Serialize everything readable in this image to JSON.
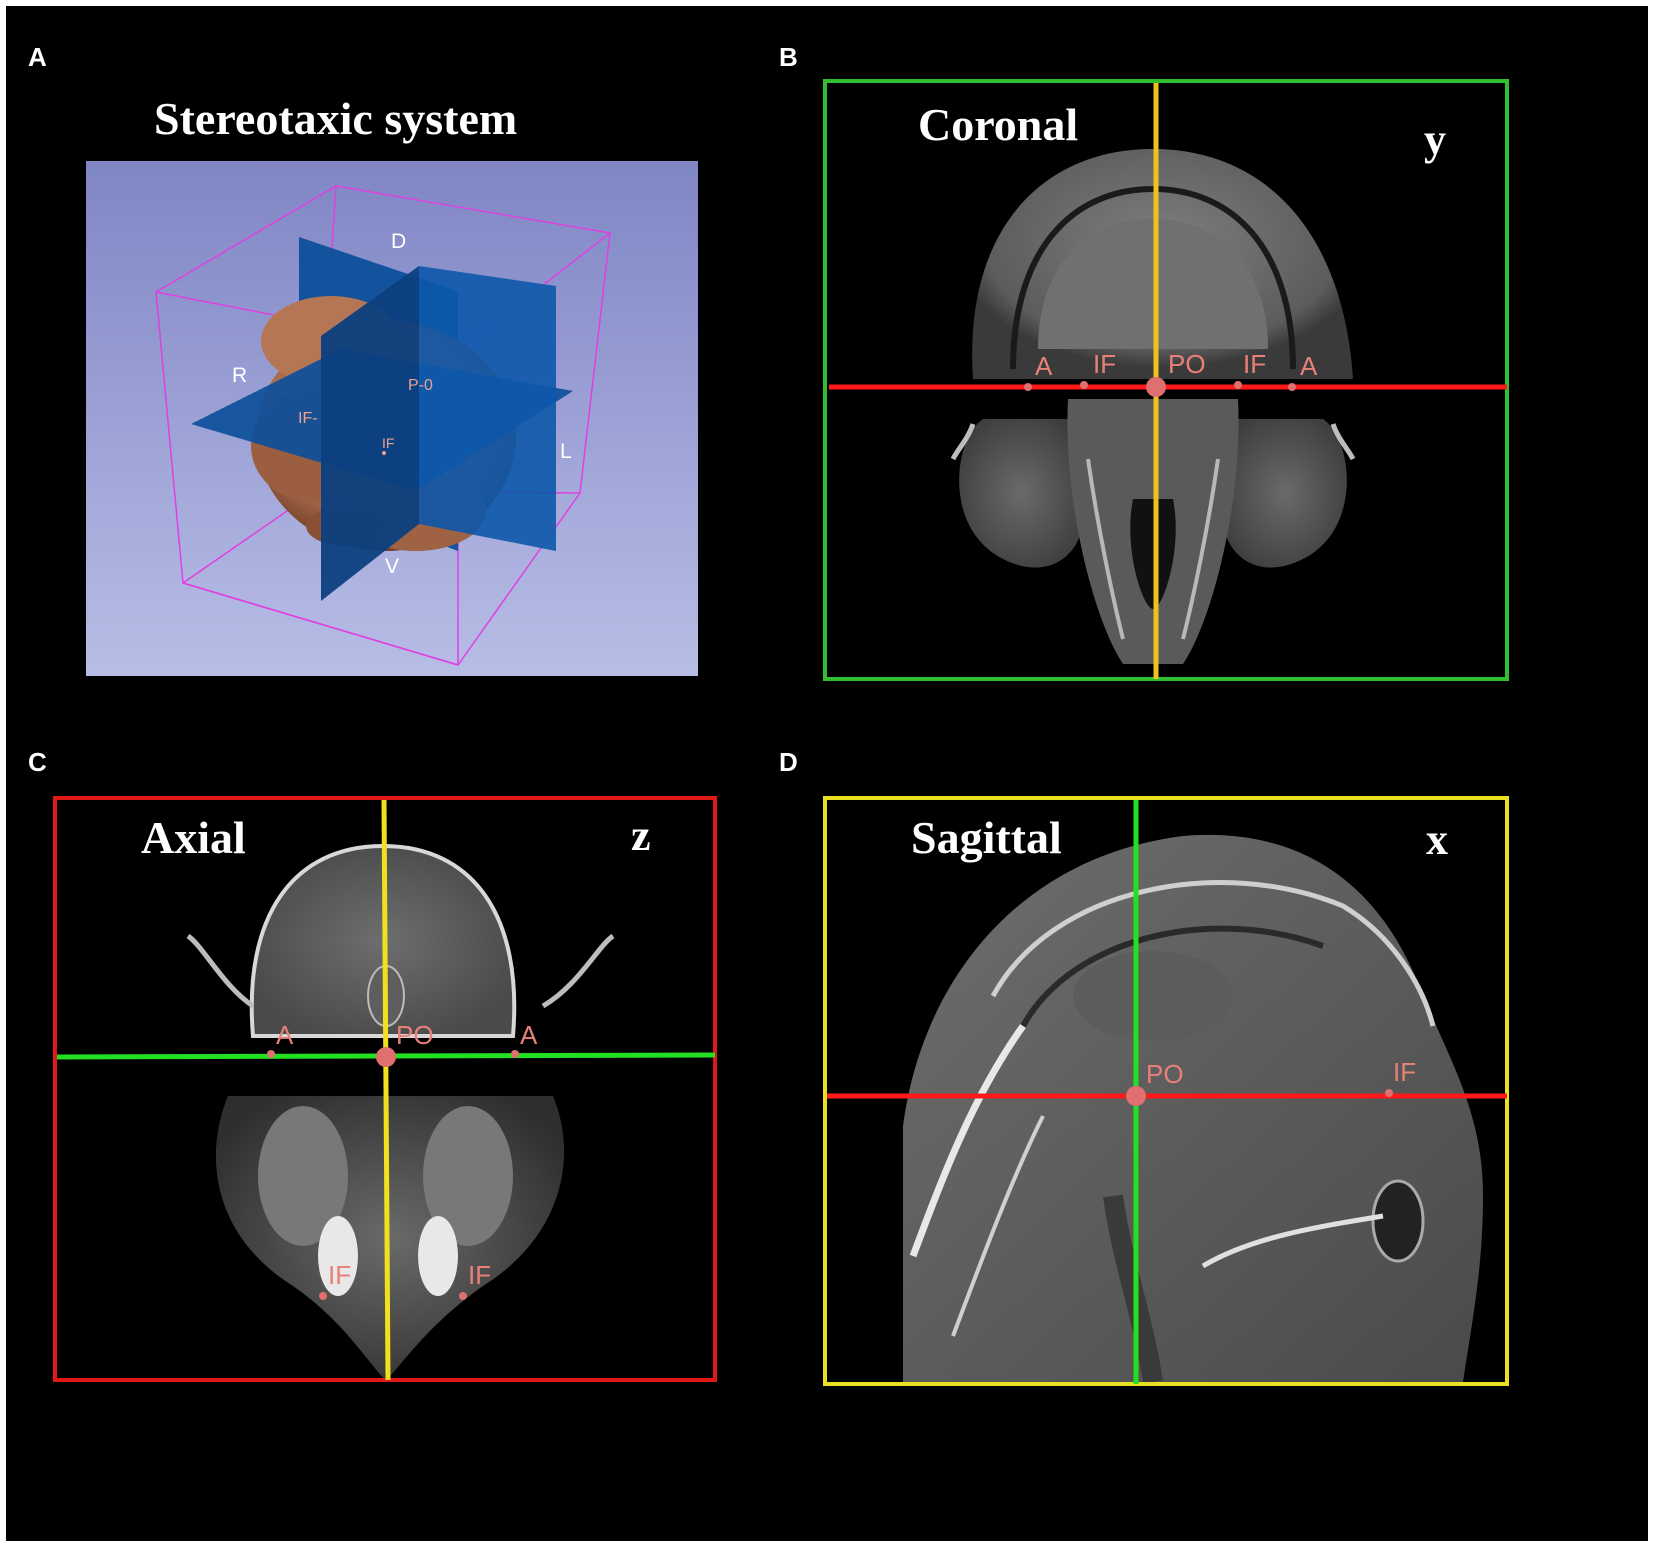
{
  "panels": {
    "a": {
      "letter": "A",
      "title": "Stereotaxic system",
      "directions": {
        "dorsal": "D",
        "ventral": "V",
        "right": "R",
        "left": "L"
      },
      "landmarks": {
        "po": "P-0",
        "if_left": "IF-",
        "if_center": "IF"
      }
    },
    "b": {
      "letter": "B",
      "title": "Coronal",
      "axis": "y",
      "landmarks": [
        "A",
        "IF",
        "PO",
        "IF",
        "A"
      ]
    },
    "c": {
      "letter": "C",
      "title": "Axial",
      "axis": "z",
      "landmarks": [
        "A",
        "PO",
        "A",
        "IF",
        "IF"
      ]
    },
    "d": {
      "letter": "D",
      "title": "Sagittal",
      "axis": "x",
      "landmarks": [
        "PO",
        "IF"
      ]
    }
  },
  "colors": {
    "background": "#000000",
    "coronal_frame": "#2fbf2f",
    "axial_frame": "#e01818",
    "sagittal_frame": "#e8e020",
    "crosshair_red": "#ff1a1a",
    "crosshair_green": "#22e022",
    "crosshair_yellow": "#f0d020",
    "landmark": "#e88078",
    "viewer_bg_top": "#7f86c4",
    "viewer_bg_bottom": "#b8bde6",
    "plane_blue": "#0d4f9a",
    "skull": "#b07050",
    "bounding_box": "#e040e0"
  }
}
